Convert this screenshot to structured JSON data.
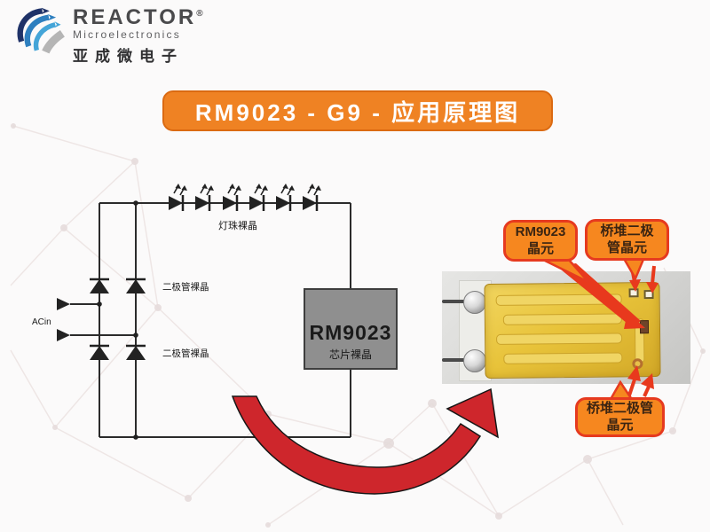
{
  "logo": {
    "brand": "REACTOR",
    "reg": "®",
    "subtitle": "Microelectronics",
    "cn": "亚成微电子"
  },
  "banner": {
    "title": "RM9023 - G9 - 应用原理图"
  },
  "schematic": {
    "led_row_label": "灯珠裸晶",
    "ac_input_label": "ACin",
    "top_diode_label": "二极管裸晶",
    "bottom_diode_label": "二极管裸晶",
    "led_count": 6,
    "chip": {
      "name": "RM9023",
      "sublabel": "芯片裸晶"
    }
  },
  "module_photo": {
    "callout_rm9023": {
      "line1": "RM9023",
      "line2": "晶元"
    },
    "callout_bridge_top": {
      "line1": "桥堆二极",
      "line2": "管晶元"
    },
    "callout_bridge_bottom": {
      "line1": "桥堆二极管",
      "line2": "晶元"
    }
  },
  "colors": {
    "banner_orange": "#EF8223",
    "callout_fill": "#F6871F",
    "callout_border": "#E63A1F",
    "big_arrow_red": "#CE262C",
    "thin_arrow_red": "#E8391D",
    "chip_gray": "#8F8F8F",
    "board_yellow": "#E8C33A",
    "wire_black": "#2B2B2B"
  }
}
